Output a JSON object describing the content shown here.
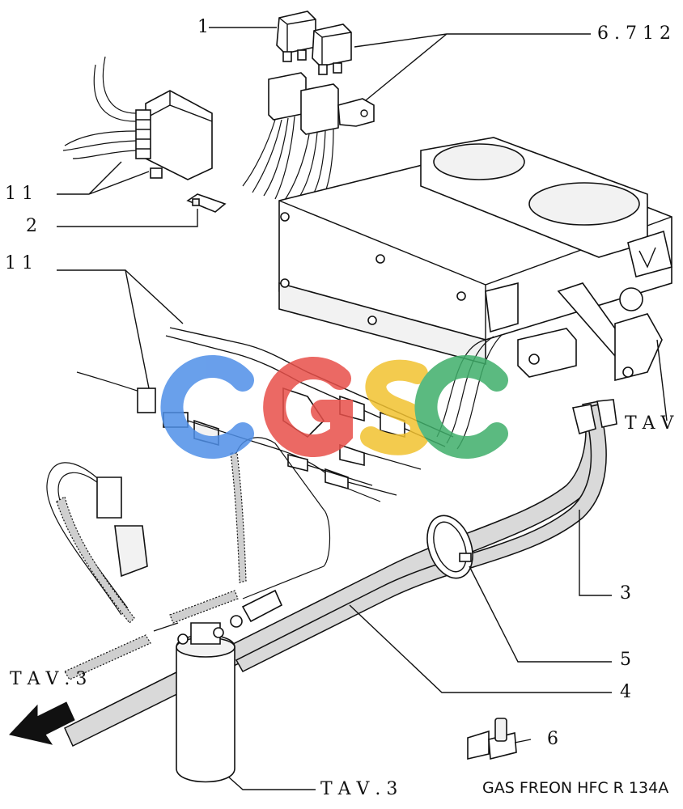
{
  "labels": {
    "l1_top": "1",
    "l6712": "6 . 7 1 2",
    "l11_a": "1 1",
    "l2": "2",
    "l11_b": "1 1",
    "tav_right": "T A V",
    "l3": "3",
    "l5": "5",
    "l4": "4",
    "tav3_left": "T A V . 3",
    "tav3_bottom": "T A V . 3",
    "l6_bottom": "6"
  },
  "caption": "GAS FREON HFC R 134A",
  "watermark": {
    "text": "CGSC",
    "colors": [
      "#4f8fe8",
      "#e8504a",
      "#f2c230",
      "#3fae6a"
    ]
  }
}
